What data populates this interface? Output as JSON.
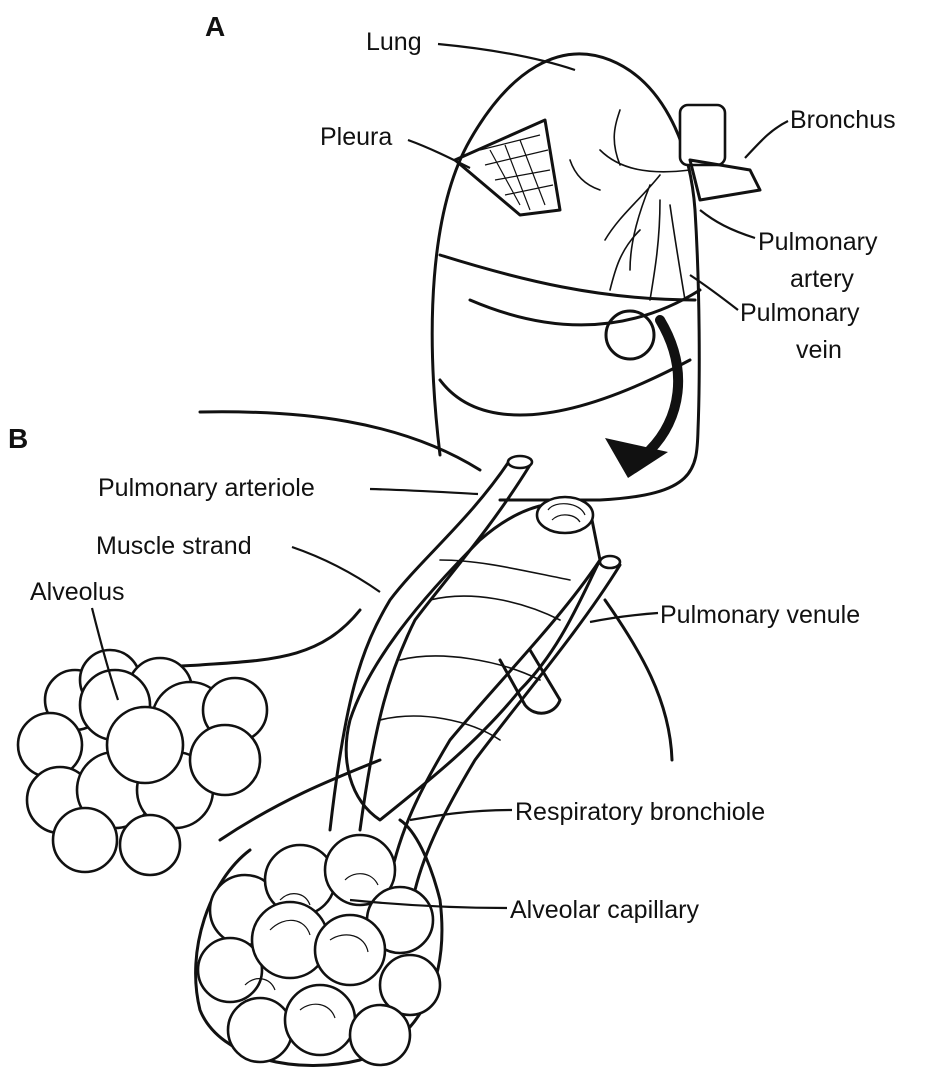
{
  "panels": {
    "a": "A",
    "b": "B"
  },
  "labels": {
    "lung": "Lung",
    "pleura": "Pleura",
    "bronchus": "Bronchus",
    "pulmonary_artery_1": "Pulmonary",
    "pulmonary_artery_2": "artery",
    "pulmonary_vein_1": "Pulmonary",
    "pulmonary_vein_2": "vein",
    "pulmonary_arteriole": "Pulmonary arteriole",
    "muscle_strand": "Muscle strand",
    "alveolus": "Alveolus",
    "pulmonary_venule": "Pulmonary venule",
    "respiratory_bronchiole": "Respiratory bronchiole",
    "alveolar_capillary": "Alveolar capillary"
  }
}
